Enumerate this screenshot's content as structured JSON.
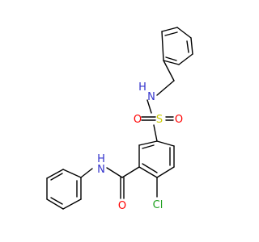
{
  "molecule": {
    "atoms": {
      "nh_sulfonamide": "N",
      "h_sulfonamide": "H",
      "o_sulfonyl_left": "O",
      "s_sulfonyl": "S",
      "o_sulfonyl_right": "O",
      "h_amide": "H",
      "n_amide": "N",
      "o_carbonyl": "O",
      "cl": "Cl"
    },
    "colors": {
      "bond": "#000000",
      "nitrogen": "#3333cc",
      "oxygen": "#ff0000",
      "sulfur": "#cccc00",
      "chlorine": "#1fa01f"
    }
  }
}
